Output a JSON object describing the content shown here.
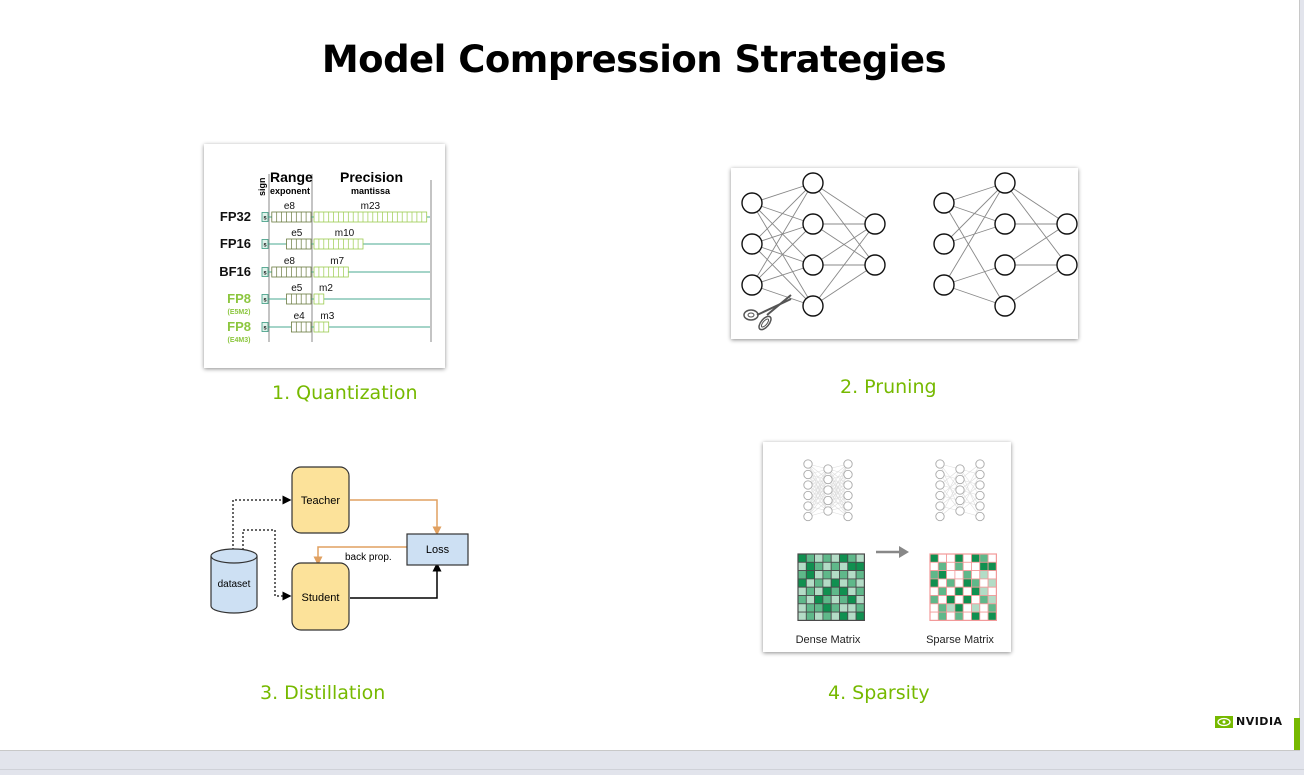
{
  "slide": {
    "title": "Model Compression Strategies",
    "sections": [
      {
        "caption": "1. Quantization"
      },
      {
        "caption": "2. Pruning"
      },
      {
        "caption": "3. Distillation"
      },
      {
        "caption": "4. Sparsity"
      }
    ],
    "brand": {
      "name": "NVIDIA",
      "accent": "#76b900"
    }
  },
  "quantization": {
    "header_sign": "sign",
    "header_range": "Range",
    "header_exponent": "exponent",
    "header_precision": "Precision",
    "header_mantissa": "mantissa",
    "sign_label": "s",
    "formats": [
      {
        "name": "FP32",
        "sub": "",
        "exp_label": "e8",
        "man_label": "m23",
        "exp_bits": 8,
        "man_bits": 23,
        "highlight": false
      },
      {
        "name": "FP16",
        "sub": "",
        "exp_label": "e5",
        "man_label": "m10",
        "exp_bits": 5,
        "man_bits": 10,
        "highlight": false
      },
      {
        "name": "BF16",
        "sub": "",
        "exp_label": "e8",
        "man_label": "m7",
        "exp_bits": 8,
        "man_bits": 7,
        "highlight": false
      },
      {
        "name": "FP8",
        "sub": "(E5M2)",
        "exp_label": "e5",
        "man_label": "m2",
        "exp_bits": 5,
        "man_bits": 2,
        "highlight": true
      },
      {
        "name": "FP8",
        "sub": "(E4M3)",
        "exp_label": "e4",
        "man_label": "m3",
        "exp_bits": 4,
        "man_bits": 3,
        "highlight": true
      }
    ]
  },
  "pruning": {
    "icon": "scissors-icon"
  },
  "distillation": {
    "teacher": "Teacher",
    "student": "Student",
    "loss": "Loss",
    "dataset": "dataset",
    "backprop": "back prop."
  },
  "sparsity": {
    "dense_label": "Dense Matrix",
    "sparse_label": "Sparse Matrix",
    "dense": [
      [
        3,
        2,
        1,
        2,
        1,
        3,
        2,
        1
      ],
      [
        1,
        3,
        2,
        1,
        2,
        1,
        3,
        3
      ],
      [
        2,
        3,
        1,
        2,
        1,
        2,
        1,
        2
      ],
      [
        3,
        1,
        2,
        1,
        3,
        1,
        2,
        1
      ],
      [
        1,
        2,
        1,
        3,
        2,
        3,
        1,
        2
      ],
      [
        2,
        1,
        3,
        2,
        1,
        2,
        3,
        1
      ],
      [
        1,
        2,
        2,
        3,
        2,
        1,
        1,
        2
      ],
      [
        1,
        2,
        1,
        2,
        1,
        3,
        1,
        3
      ]
    ],
    "sparse": [
      [
        3,
        0,
        0,
        3,
        0,
        3,
        2,
        0
      ],
      [
        0,
        2,
        0,
        2,
        0,
        0,
        3,
        3
      ],
      [
        2,
        3,
        0,
        0,
        2,
        0,
        1,
        0
      ],
      [
        3,
        0,
        2,
        0,
        3,
        2,
        0,
        1
      ],
      [
        0,
        2,
        0,
        3,
        0,
        3,
        1,
        0
      ],
      [
        2,
        0,
        3,
        0,
        3,
        0,
        2,
        1
      ],
      [
        0,
        2,
        1,
        3,
        0,
        1,
        0,
        2
      ],
      [
        0,
        2,
        0,
        2,
        0,
        3,
        0,
        3
      ]
    ]
  }
}
